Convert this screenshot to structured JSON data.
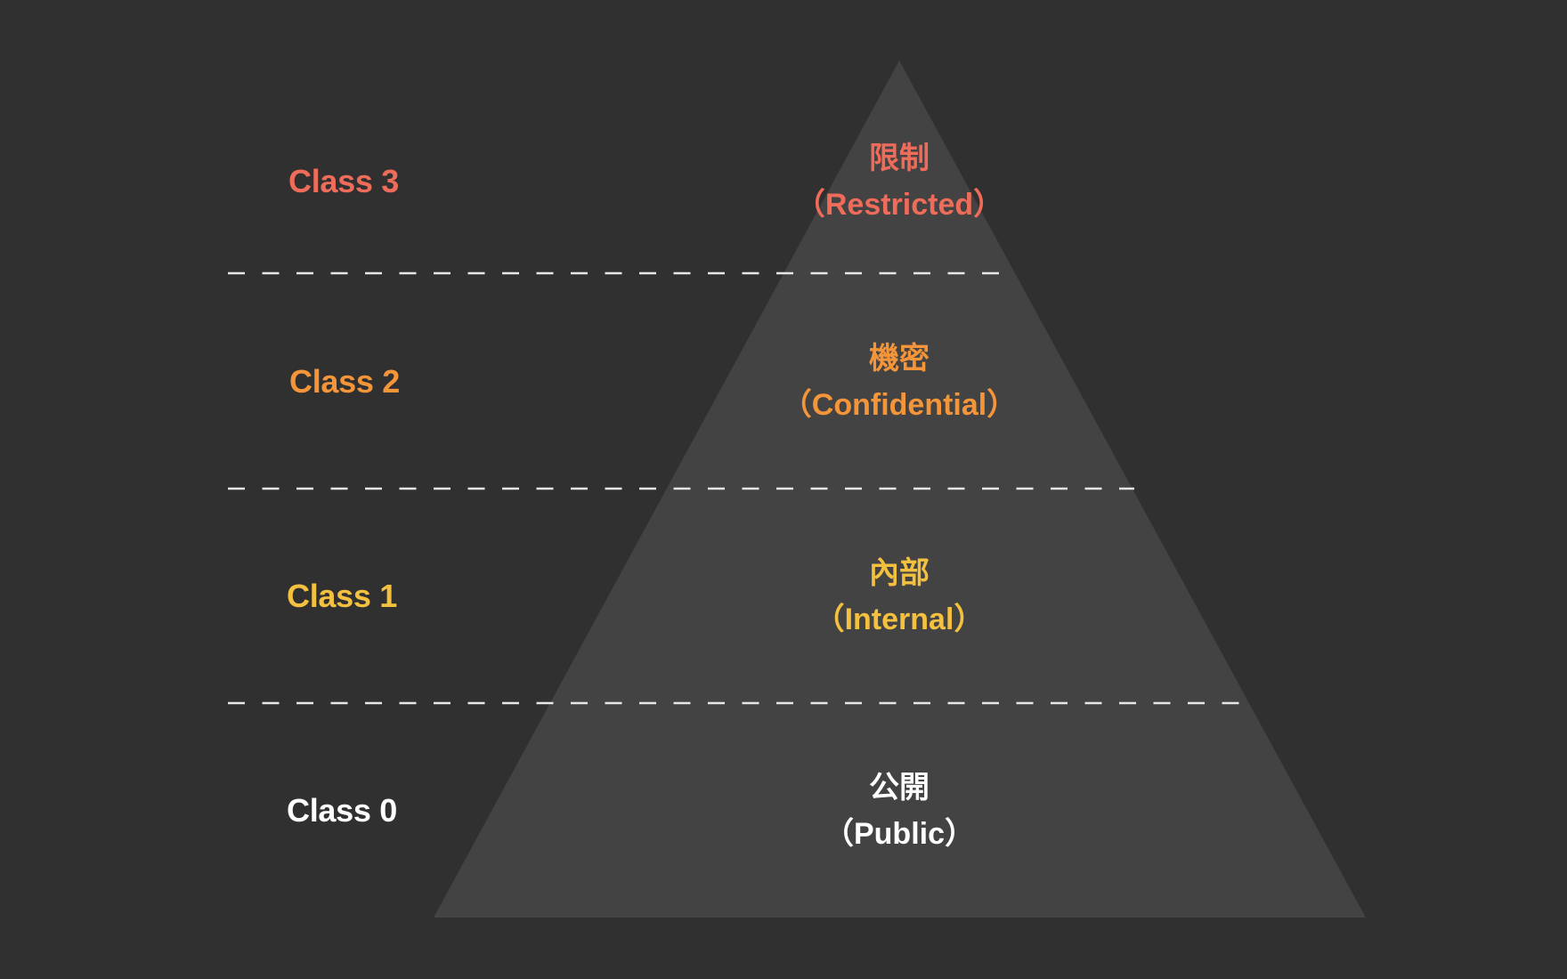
{
  "colors": {
    "background": "#303030",
    "pyramid": "#434343",
    "divider": "#e6e6e6"
  },
  "levels": [
    {
      "class_label": "Class 3",
      "name_ja": "限制",
      "name_en": "（Restricted）",
      "color": "#ef6b5a"
    },
    {
      "class_label": "Class 2",
      "name_ja": "機密",
      "name_en": "（Confidential）",
      "color": "#f4953a"
    },
    {
      "class_label": "Class 1",
      "name_ja": "內部",
      "name_en": "（Internal）",
      "color": "#f4c03f"
    },
    {
      "class_label": "Class 0",
      "name_ja": "公開",
      "name_en": "（Public）",
      "color": "#ffffff"
    }
  ]
}
